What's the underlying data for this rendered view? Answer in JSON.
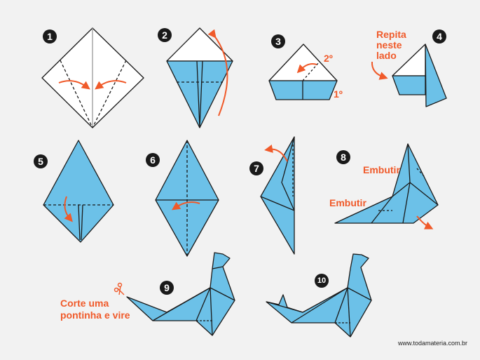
{
  "colors": {
    "paper_blue": "#6cc1e8",
    "paper_white": "#ffffff",
    "accent": "#f05a2a",
    "line": "#1a1a1a",
    "background": "#f2f2f2"
  },
  "steps": [
    {
      "number": "1"
    },
    {
      "number": "2"
    },
    {
      "number": "3",
      "labels": [
        "2º",
        "1º"
      ]
    },
    {
      "number": "4",
      "label": "Repita neste lado"
    },
    {
      "number": "5"
    },
    {
      "number": "6"
    },
    {
      "number": "7"
    },
    {
      "number": "8",
      "labels": [
        "Embutir",
        "Embutir"
      ]
    },
    {
      "number": "9",
      "label_line1": "Corte uma",
      "label_line2": "pontinha e vire",
      "icon": "scissors-icon"
    },
    {
      "number": "10"
    }
  ],
  "footer": {
    "website": "www.todamateria.com.br"
  }
}
